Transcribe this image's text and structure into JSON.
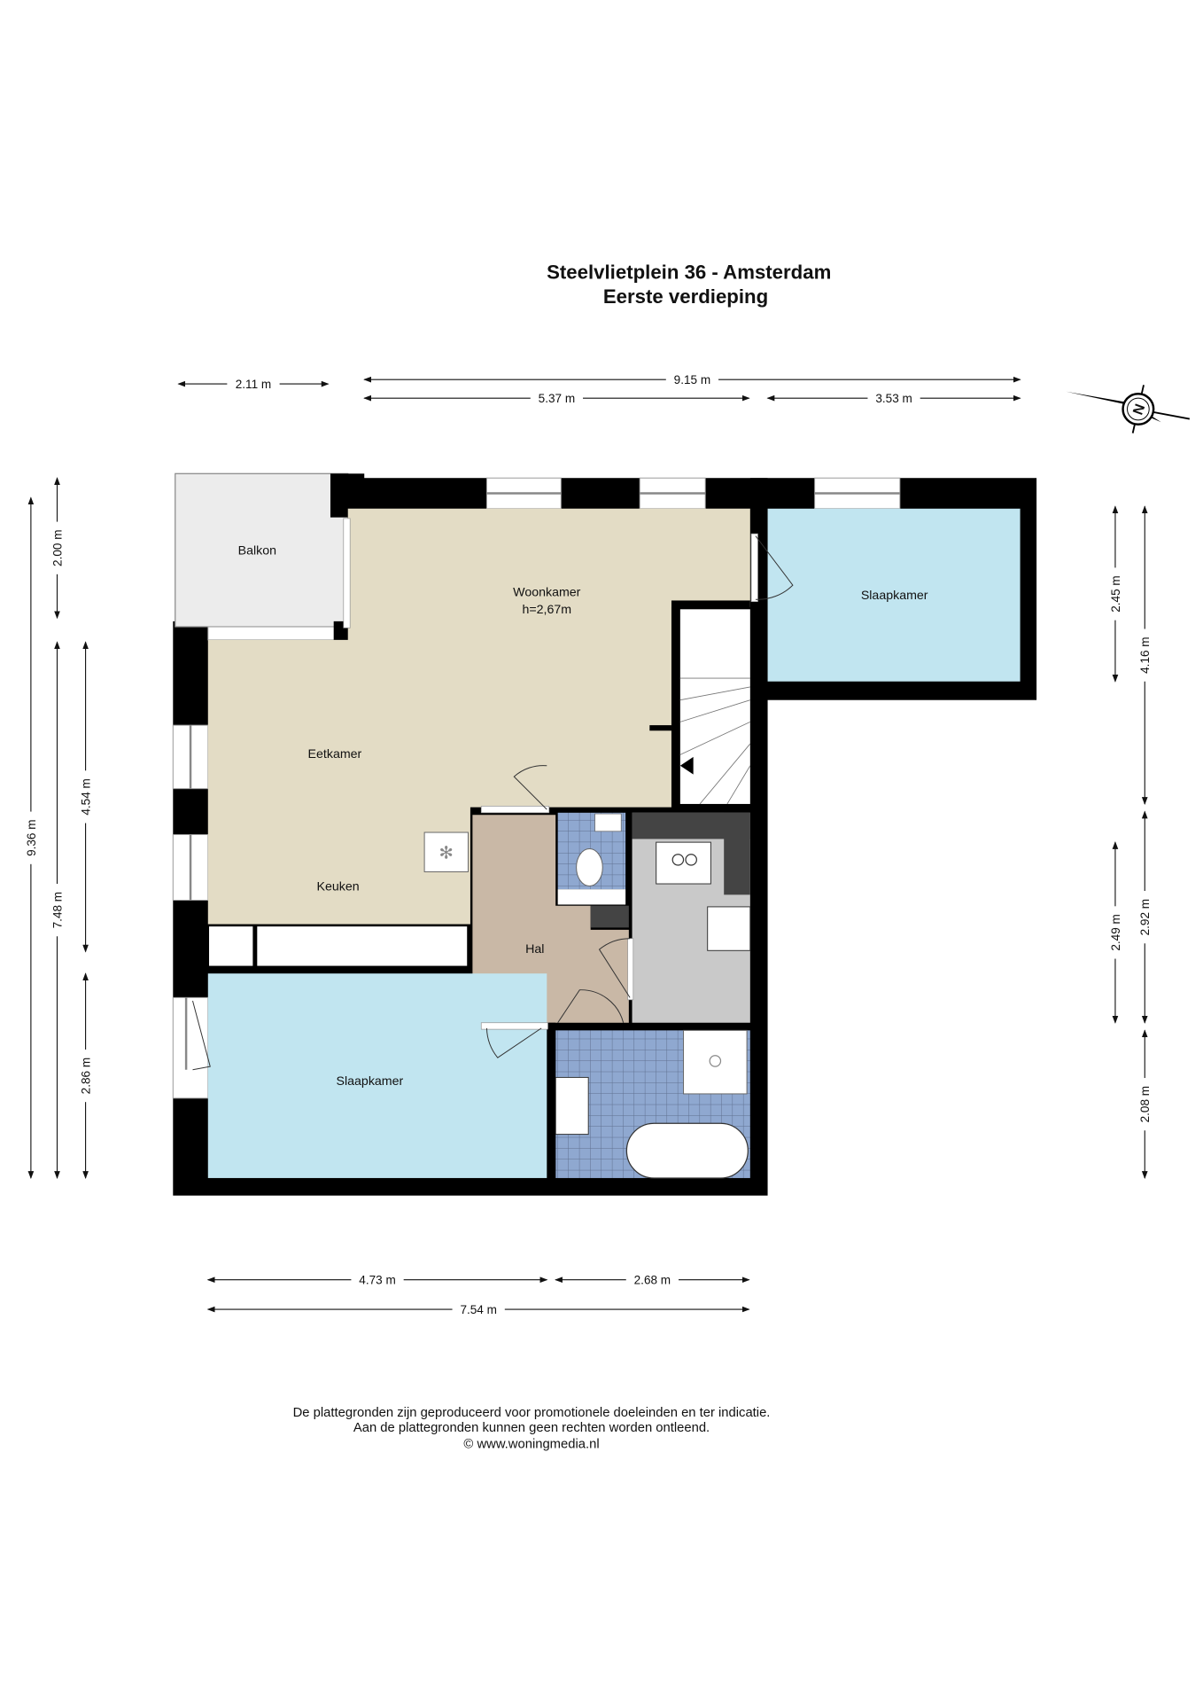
{
  "header": {
    "title": "Steelvlietplein 36 - Amsterdam",
    "subtitle": "Eerste verdieping"
  },
  "rooms": {
    "balkon": "Balkon",
    "woonkamer": "Woonkamer",
    "woonkamer_height": "h=2,67m",
    "slaapkamer_1": "Slaapkamer",
    "eetkamer": "Eetkamer",
    "keuken": "Keuken",
    "hal": "Hal",
    "slaapkamer_2": "Slaapkamer"
  },
  "dimensions": {
    "top_balkon": "2.11 m",
    "top_total": "9.15 m",
    "top_left": "5.37 m",
    "top_right": "3.53 m",
    "bottom_left": "4.73 m",
    "bottom_right": "2.68 m",
    "bottom_total": "7.54 m",
    "left_total": "9.36 m",
    "left_balkon": "2.00 m",
    "left_main": "7.48 m",
    "left_upper": "4.54 m",
    "left_lower": "2.86 m",
    "right_slaapkamer": "2.45 m",
    "right_upper": "4.16 m",
    "right_mid_a": "2.49 m",
    "right_mid_b": "2.92 m",
    "right_lower": "2.08 m"
  },
  "compass": {
    "label": "N"
  },
  "footer": {
    "line1": "De plattegronden zijn geproduceerd voor promotionele doeleinden en ter indicatie.",
    "line2": "Aan de plattegronden kunnen geen rechten worden ontleend.",
    "line3": "© www.woningmedia.nl"
  },
  "colors": {
    "wall": "#000000",
    "living": "#e3dcc5",
    "bedroom": "#c1e5f0",
    "balcony": "#ececec",
    "hall": "#c9b8a6",
    "tiles": "#8fa8d0",
    "utility": "#c9c9c9"
  }
}
